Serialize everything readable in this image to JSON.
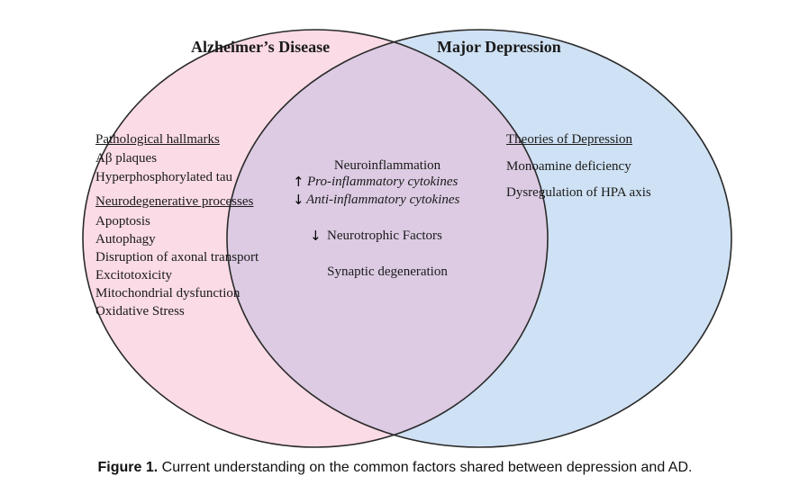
{
  "colors": {
    "left_fill": "#fadbe6",
    "right_fill": "#cfe1f4",
    "overlap_fill": "#dccbe3",
    "outline": "#2a2a2a"
  },
  "left": {
    "title": "Alzheimer’s Disease",
    "sections": [
      {
        "heading": "Pathological hallmarks",
        "items": [
          "Aβ plaques",
          "Hyperphosphorylated tau"
        ]
      },
      {
        "heading": "Neurodegenerative processes",
        "items": [
          "Apoptosis",
          "Autophagy",
          "Disruption of axonal transport",
          "Excitotoxicity",
          "Mitochondrial dysfunction",
          "Oxidative Stress"
        ]
      }
    ]
  },
  "right": {
    "title": "Major Depression",
    "heading": "Theories of Depression",
    "items": [
      "Monoamine deficiency",
      "Dysregulation of HPA axis"
    ]
  },
  "overlap": {
    "neuroinflammation": "Neuroinflammation",
    "pro_inflammatory": "Pro-inflammatory cytokines",
    "anti_inflammatory": "Anti-inflammatory cytokines",
    "neurotrophic": "Neurotrophic Factors",
    "synaptic": "Synaptic degeneration",
    "arrow_up": "↑",
    "arrow_down": "↓"
  },
  "caption": {
    "label": "Figure 1.",
    "text": " Current understanding on the common factors shared between depression and AD."
  }
}
